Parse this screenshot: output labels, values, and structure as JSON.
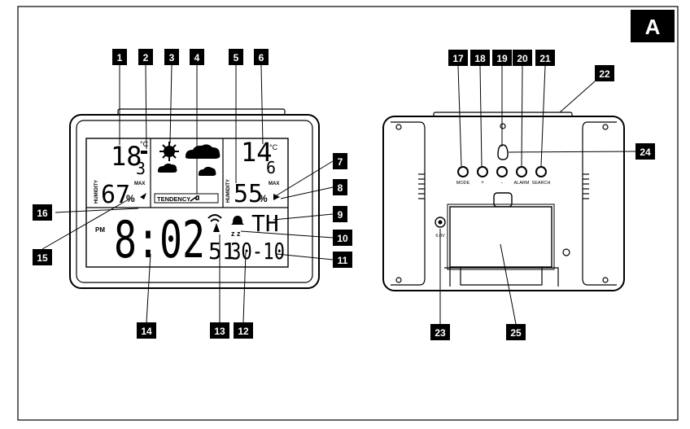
{
  "figure": {
    "corner_label": "A"
  },
  "callouts": [
    "1",
    "2",
    "3",
    "4",
    "5",
    "6",
    "7",
    "8",
    "9",
    "10",
    "11",
    "12",
    "13",
    "14",
    "15",
    "16",
    "17",
    "18",
    "19",
    "20",
    "21",
    "22",
    "23",
    "24",
    "25"
  ],
  "front_display": {
    "indoor_temp_main": "18",
    "indoor_temp_dec": "3",
    "unit": "°C",
    "indoor_humidity": "67",
    "humidity_label": "HUMIDITY",
    "max_label": "MAX",
    "percent": "%",
    "tendency_label": "TENDENCY",
    "outdoor_temp_main": "14",
    "outdoor_temp_dec": "6",
    "outdoor_humidity": "55",
    "pm_label": "PM",
    "time": "8:02",
    "weekday": "TH",
    "seconds": "51",
    "date": "30-10",
    "snooze": "z z"
  },
  "back_panel": {
    "buttons": [
      "MODE",
      "+",
      "-",
      "ALARM",
      "SEARCH"
    ],
    "dc_label": "6.0V"
  }
}
